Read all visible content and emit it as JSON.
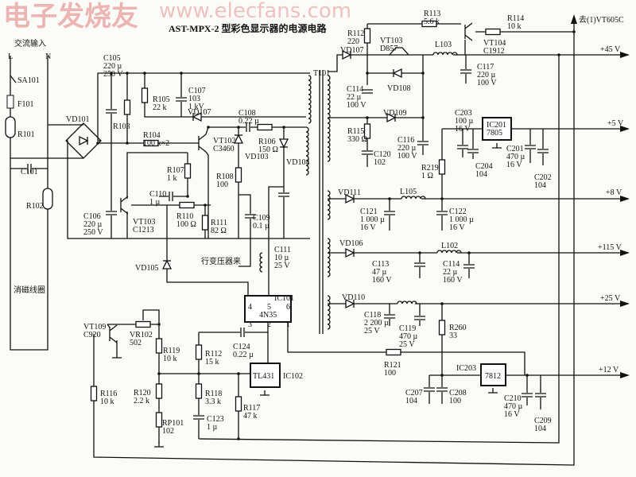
{
  "title": "AST-MPX-2 型彩色显示器的电源电路",
  "watermark": {
    "brand": "电子发烧友",
    "url": "www.elecfans.com"
  },
  "labels": {
    "ac_input": [
      "交流输入"
    ],
    "L": [
      "L"
    ],
    "N": [
      "N"
    ],
    "SA101": [
      "SA101"
    ],
    "F101": [
      "F101"
    ],
    "R101": [
      "R101"
    ],
    "C105": [
      "C105",
      "220 µ",
      "250 V"
    ],
    "R105": [
      "R105",
      "22 k"
    ],
    "C107": [
      "C107",
      "103",
      "1 kV"
    ],
    "VD107_a": [
      "VD107"
    ],
    "C108": [
      "C108",
      "0.22 µ"
    ],
    "VD101": [
      "VD101"
    ],
    "R103": [
      "R103"
    ],
    "R104": [
      "R104",
      "100 k×2"
    ],
    "VT102": [
      "VT102",
      "C3460"
    ],
    "R106": [
      "R106",
      "150 Ω"
    ],
    "VD103": [
      "VD103"
    ],
    "VD104": [
      "VD104"
    ],
    "R107": [
      "R107",
      "1 k"
    ],
    "R108": [
      "R108",
      "100"
    ],
    "C101": [
      "C101"
    ],
    "R102": [
      "R102"
    ],
    "C110": [
      "C110",
      "1 µ"
    ],
    "C106": [
      "C106",
      "220 µ",
      "250 V"
    ],
    "VT103_a": [
      "VT103",
      "C1213"
    ],
    "R110": [
      "R110",
      "100 Ω"
    ],
    "R111": [
      "R111",
      "82 Ω"
    ],
    "C109": [
      "C109",
      "0.1 µ"
    ],
    "C111": [
      "C111",
      "10 µ",
      "25 V"
    ],
    "from_flyback": [
      "行变压器来"
    ],
    "VD105": [
      "VD105"
    ],
    "degauss_coil": [
      "消磁线圈"
    ],
    "IC101": [
      "IC101"
    ],
    "IC101_pins_top": [
      "4",
      "5",
      "6"
    ],
    "IC101_part": [
      "4N35"
    ],
    "IC101_pins_bottom": [
      "3",
      "2",
      "1"
    ],
    "VT109": [
      "VT109",
      "C920"
    ],
    "VR102": [
      "VR102",
      "502"
    ],
    "R119": [
      "R119",
      "10 k"
    ],
    "R112_b": [
      "R112",
      "15 k"
    ],
    "C124": [
      "C124",
      "0.22 µ"
    ],
    "TL431": [
      "TL431"
    ],
    "IC102": [
      "IC102"
    ],
    "R120": [
      "R120",
      "2.2 k"
    ],
    "R116": [
      "R116",
      "10 k"
    ],
    "R118": [
      "R118",
      "3.3 k"
    ],
    "R117": [
      "R117",
      "47 k"
    ],
    "C123": [
      "C123",
      "1 µ"
    ],
    "RP101": [
      "RP101",
      "102"
    ],
    "R113": [
      "R113",
      "5.6 k"
    ],
    "R114": [
      "R114",
      "10 k"
    ],
    "to_VT605C": [
      "去(1)VT605C"
    ],
    "R112_a": [
      "R112",
      "220"
    ],
    "VT103_b": [
      "VT103",
      "D857"
    ],
    "VD107_b": [
      "VD107"
    ],
    "L103": [
      "L103"
    ],
    "VT104": [
      "VT104",
      "C1912"
    ],
    "out_45": [
      "+45 V"
    ],
    "C117": [
      "C117",
      "220 µ",
      "100 V"
    ],
    "T101": [
      "T101"
    ],
    "VD108": [
      "VD108"
    ],
    "C114_a": [
      "C114",
      "22 µ",
      "100 V"
    ],
    "VD109": [
      "VD109"
    ],
    "C203": [
      "C203",
      "100 µ",
      "16 V"
    ],
    "IC201": [
      "IC201",
      "7805"
    ],
    "out_5": [
      "+5 V"
    ],
    "R115": [
      "R115",
      "330 Ω"
    ],
    "C116": [
      "C116",
      "220 µ",
      "100 V"
    ],
    "C201": [
      "C201",
      "470 µ",
      "16 V"
    ],
    "C120": [
      "C120",
      "102"
    ],
    "C204": [
      "C204",
      "104"
    ],
    "R219": [
      "R219",
      "1 Ω"
    ],
    "C202": [
      "C202",
      "104"
    ],
    "VD111": [
      "VD111"
    ],
    "L105": [
      "L105"
    ],
    "out_8": [
      "+8 V"
    ],
    "C121": [
      "C121",
      "1 000 µ",
      "16 V"
    ],
    "C122": [
      "C122",
      "1 000 µ",
      "16 V"
    ],
    "VD106": [
      "VD106"
    ],
    "L102": [
      "L102"
    ],
    "out_115": [
      "+115 V"
    ],
    "C113": [
      "C113",
      "47 µ",
      "160 V"
    ],
    "C114_b": [
      "C114",
      "22 µ",
      "160 V"
    ],
    "VD110": [
      "VD110"
    ],
    "out_25": [
      "+25 V"
    ],
    "C118": [
      "C118",
      "2 200 µ",
      "25 V"
    ],
    "C119": [
      "C119",
      "470 µ",
      "25 V"
    ],
    "R260": [
      "R260",
      "33"
    ],
    "R121": [
      "R121",
      "100"
    ],
    "IC203": [
      "IC203"
    ],
    "IC203_part": [
      "7812"
    ],
    "out_12": [
      "+12 V"
    ],
    "C207": [
      "C207",
      "104"
    ],
    "C208": [
      "C208",
      "100"
    ],
    "C210": [
      "C210",
      "470 µ",
      "16 V"
    ],
    "C209": [
      "C209",
      "104"
    ]
  }
}
